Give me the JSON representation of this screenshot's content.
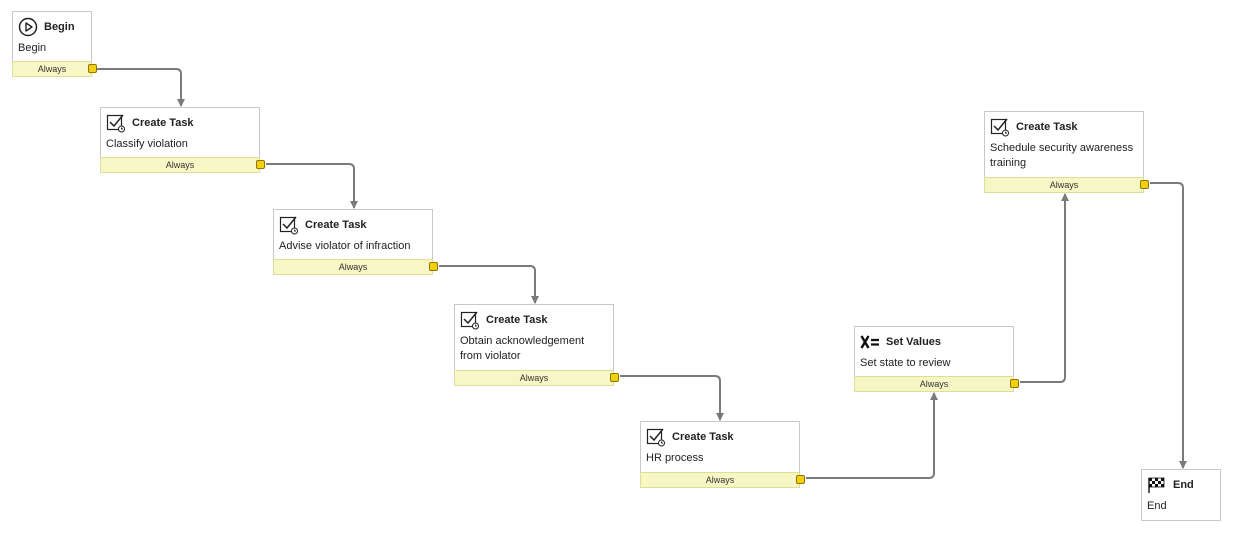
{
  "nodes": {
    "begin": {
      "type": "Begin",
      "description": "Begin",
      "footer": "Always"
    },
    "classify": {
      "type": "Create Task",
      "description": "Classify violation",
      "footer": "Always"
    },
    "advise": {
      "type": "Create Task",
      "description": "Advise violator of infraction",
      "footer": "Always"
    },
    "obtain": {
      "type": "Create Task",
      "description": "Obtain acknowledgement from violator",
      "footer": "Always"
    },
    "hr": {
      "type": "Create Task",
      "description": "HR process",
      "footer": "Always"
    },
    "setvalues": {
      "type": "Set Values",
      "description": "Set state to review",
      "footer": "Always"
    },
    "schedule": {
      "type": "Create Task",
      "description": "Schedule security awareness training",
      "footer": "Always"
    },
    "end": {
      "type": "End",
      "description": "End"
    }
  },
  "icons": {
    "begin": "play-circle-icon",
    "task": "task-check-icon",
    "set_values": "x-equals-icon",
    "end": "checkered-flag-icon"
  },
  "colors": {
    "footer_bg": "#f7f7c6",
    "port": "#f2d011",
    "connector": "#7a7a7a",
    "node_border": "#c8c8c8"
  },
  "edges": [
    [
      "begin",
      "classify"
    ],
    [
      "classify",
      "advise"
    ],
    [
      "advise",
      "obtain"
    ],
    [
      "obtain",
      "hr"
    ],
    [
      "hr",
      "setvalues"
    ],
    [
      "setvalues",
      "schedule"
    ],
    [
      "schedule",
      "end"
    ]
  ]
}
